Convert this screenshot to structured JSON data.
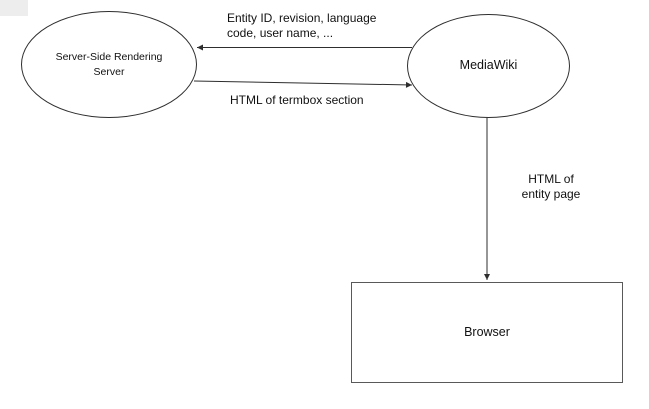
{
  "colors": {
    "background": "#ffffff",
    "ellipse_stroke": "#2e2e2e",
    "rect_stroke": "#595959",
    "arrow_stroke": "#2e2e2e",
    "text": "#111111"
  },
  "nodes": {
    "ssr_server": {
      "shape": "ellipse",
      "label": "Server-Side Rendering\nServer"
    },
    "mediawiki": {
      "shape": "ellipse",
      "label": "MediaWiki"
    },
    "browser": {
      "shape": "rectangle",
      "label": "Browser"
    }
  },
  "edges": {
    "request": {
      "label": "Entity ID, revision, language\ncode, user name, ...",
      "from": "mediawiki",
      "to": "ssr_server",
      "arrow_direction": "left"
    },
    "termbox_response": {
      "label": "HTML of termbox section",
      "from": "ssr_server",
      "to": "mediawiki",
      "arrow_direction": "right"
    },
    "entity_page": {
      "label": "HTML of\nentity page",
      "from": "mediawiki",
      "to": "browser",
      "arrow_direction": "down"
    }
  }
}
